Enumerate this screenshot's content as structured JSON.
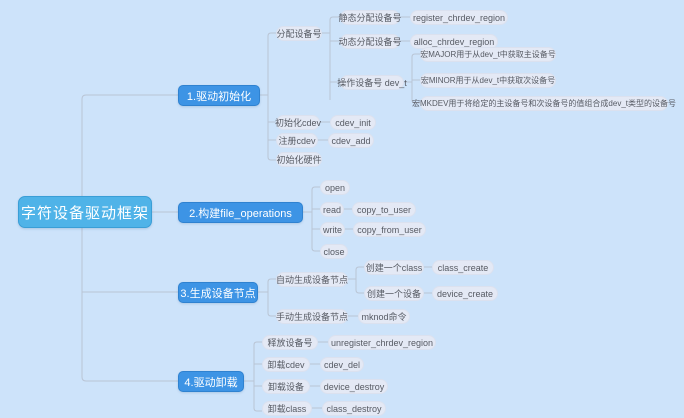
{
  "diagram": {
    "type": "mindmap",
    "title": "字符设备驱动框架",
    "background_color": "#cde3fa",
    "root_color": "#4fb3e8",
    "branch_color": "#3d94e5",
    "leaf_color": "#e4e9f5",
    "link_color": "#b9c4d4"
  },
  "root": {
    "label": "字符设备驱动框架"
  },
  "branches": [
    {
      "label": "1.驱动初始化",
      "children": [
        {
          "label": "分配设备号",
          "children": [
            {
              "label": "静态分配设备号",
              "children": [
                {
                  "label": "register_chrdev_region"
                }
              ]
            },
            {
              "label": "动态分配设备号",
              "children": [
                {
                  "label": "alloc_chrdev_region"
                }
              ]
            },
            {
              "label": "操作设备号 dev_t",
              "children": [
                {
                  "label": "宏MAJOR用于从dev_t中获取主设备号"
                },
                {
                  "label": "宏MINOR用于从dev_t中获取次设备号"
                },
                {
                  "label": "宏MKDEV用于将给定的主设备号和次设备号的值组合成dev_t类型的设备号"
                }
              ]
            }
          ]
        },
        {
          "label": "初始化cdev",
          "children": [
            {
              "label": "cdev_init"
            }
          ]
        },
        {
          "label": "注册cdev",
          "children": [
            {
              "label": "cdev_add"
            }
          ]
        },
        {
          "label": "初始化硬件",
          "children": []
        }
      ]
    },
    {
      "label": "2.构建file_operations",
      "children": [
        {
          "label": "open",
          "children": []
        },
        {
          "label": "read",
          "children": [
            {
              "label": "copy_to_user"
            }
          ]
        },
        {
          "label": "write",
          "children": [
            {
              "label": "copy_from_user"
            }
          ]
        },
        {
          "label": "close",
          "children": []
        }
      ]
    },
    {
      "label": "3.生成设备节点",
      "children": [
        {
          "label": "自动生成设备节点",
          "children": [
            {
              "label": "创建一个class",
              "children": [
                {
                  "label": "class_create"
                }
              ]
            },
            {
              "label": "创建一个设备",
              "children": [
                {
                  "label": "device_create"
                }
              ]
            }
          ]
        },
        {
          "label": "手动生成设备节点",
          "children": [
            {
              "label": "mknod命令"
            }
          ]
        }
      ]
    },
    {
      "label": "4.驱动卸载",
      "children": [
        {
          "label": "释放设备号",
          "children": [
            {
              "label": "unregister_chrdev_region"
            }
          ]
        },
        {
          "label": "卸载cdev",
          "children": [
            {
              "label": "cdev_del"
            }
          ]
        },
        {
          "label": "卸载设备",
          "children": [
            {
              "label": "device_destroy"
            }
          ]
        },
        {
          "label": "卸载class",
          "children": [
            {
              "label": "class_destroy"
            }
          ]
        }
      ]
    }
  ]
}
